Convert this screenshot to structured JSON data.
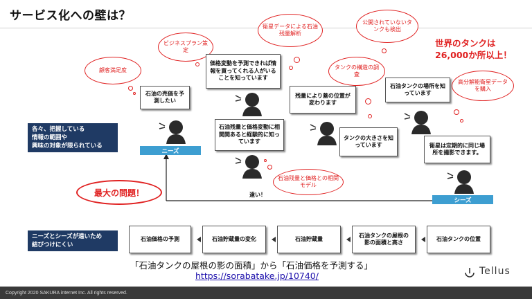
{
  "title": "サービス化への壁は？",
  "bubbles": {
    "customer": "顧客満足度",
    "business_plan": "ビジネスプラン策定",
    "satellite_data": "衛星データによる石油残量解析",
    "public_tanks": "公開されていないタンクも検出",
    "tank_structure": "タンクの構造の調査",
    "hires_data": "高分解能衛星データを購入",
    "correlation_model": "石油残量と価格との相関モデル"
  },
  "boxes": {
    "want_predict": "石油の売価を予測したい",
    "price_change": "価格変動を予測できれば情報を買ってくれる人がいることを知っています",
    "lid_position": "残量により蓋の位置が変わります",
    "tank_location": "石油タンクの場所を知っています",
    "correlation_exp": "石油残量と価格変動に相関関あると経験的に知っています",
    "tank_size": "タンクの大きさを知っています",
    "satellite_regular": "衛星は定期的に同じ場所を撮影できます。"
  },
  "world_tanks": "世界のタンクは\n26,000か所以上！",
  "info_box": "各々、把握している\n情報の範囲や\n興味の対象が限られている",
  "needs_label": "ニーズ",
  "seeds_label": "シーズ",
  "biggest_issue": "最大の問題！",
  "far_label": "遠い！",
  "bottom_info": "ニーズとシーズが遠いため\n結びつけにくい",
  "flow": [
    "石油価格の予測",
    "石油貯蔵量の変化",
    "石油貯蔵量",
    "石油タンクの屋根の\n影の面積と高さ",
    "石油タンクの位置"
  ],
  "caption": "「石油タンクの屋根の影の面積」から「石油価格を予測する」",
  "link": "https://sorabatake.jp/10740/",
  "brand": "Tellus",
  "copyright": "Copyright 2020 SAKURA internet Inc. All rights reserved.",
  "colors": {
    "accent_red": "#e02020",
    "needs_blue": "#3d9ed1",
    "dark_navy": "#1f3a64",
    "link_blue": "#1a0dab"
  }
}
